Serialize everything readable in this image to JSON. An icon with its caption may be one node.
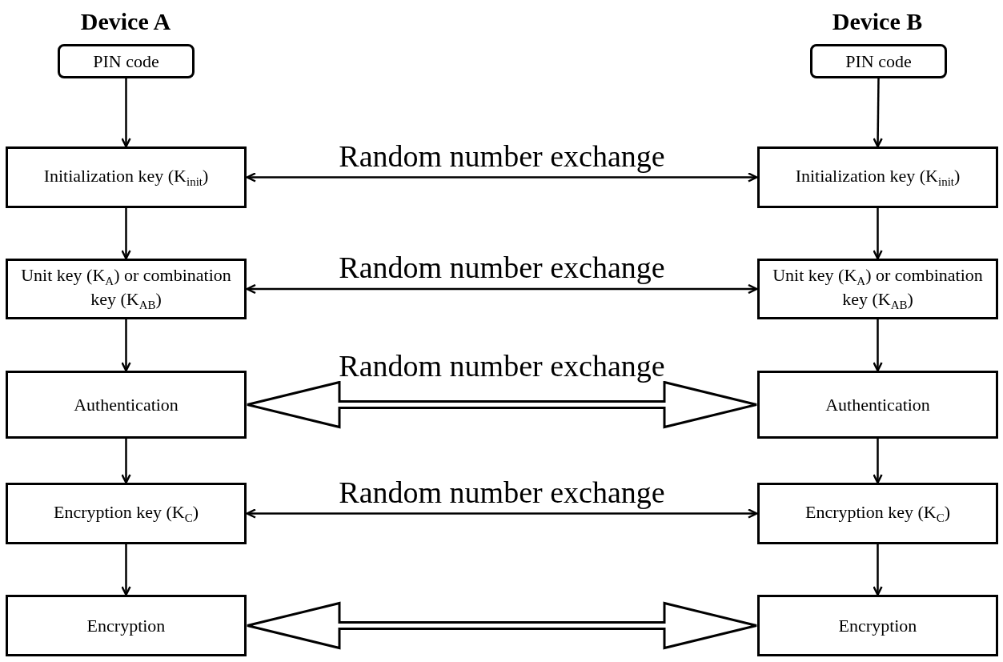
{
  "diagram": {
    "nodes": [
      {
        "text": [
          "PIN code"
        ]
      },
      {
        "text": [
          "PIN code"
        ]
      },
      {
        "text": [
          "Initialization key (K$_{init}$)"
        ]
      },
      {
        "text": [
          "Initialization key (K$_{init}$)"
        ]
      },
      {
        "text": [
          "Unit key (K$_{A}$) or combination key (K$_{AB}$)"
        ]
      },
      {
        "text": [
          "Unit key (K$_{A}$) or combination key (K$_{AB}$)"
        ]
      },
      {
        "text": [
          "Authentication"
        ]
      },
      {
        "text": [
          "Authentication"
        ]
      },
      {
        "text": [
          "Encryption key (K$_{C}$)"
        ]
      },
      {
        "text": [
          "Encryption key (K$_{C}$)"
        ]
      },
      {
        "text": [
          "Encryption"
        ]
      },
      {
        "text": [
          "Encryption"
        ]
      }
    ],
    "edges": [
      {
        "from": 0,
        "to": 2,
        "arrow": "to"
      },
      {
        "from": 1,
        "to": 3,
        "arrow": "to"
      },
      {
        "from": 2,
        "to": 3,
        "arrow": "both",
        "label": "Random number exchange"
      },
      {
        "from": 2,
        "to": 4,
        "arrow": "to"
      },
      {
        "from": 3,
        "to": 5,
        "arrow": "to"
      },
      {
        "from": 4,
        "to": 5,
        "arrow": "both",
        "label": "Random number exchange"
      },
      {
        "from": 4,
        "to": 6,
        "arrow": "to"
      },
      {
        "from": 5,
        "to": 7,
        "arrow": "to"
      },
      {
        "from": 6,
        "to": 7,
        "arrow": "both",
        "label": "Random number exchange",
        "style": "thick"
      },
      {
        "from": 6,
        "to": 8,
        "arrow": "to"
      },
      {
        "from": 7,
        "to": 9,
        "arrow": "to"
      },
      {
        "from": 8,
        "to": 9,
        "arrow": "both",
        "label": "Random number exchange"
      },
      {
        "from": 8,
        "to": 10,
        "arrow": "to"
      },
      {
        "from": 9,
        "to": 11,
        "arrow": "to"
      },
      {
        "from": 10,
        "to": 11,
        "arrow": "both",
        "style": "thick"
      }
    ],
    "labels": [
      "Device A",
      "Device B"
    ]
  }
}
